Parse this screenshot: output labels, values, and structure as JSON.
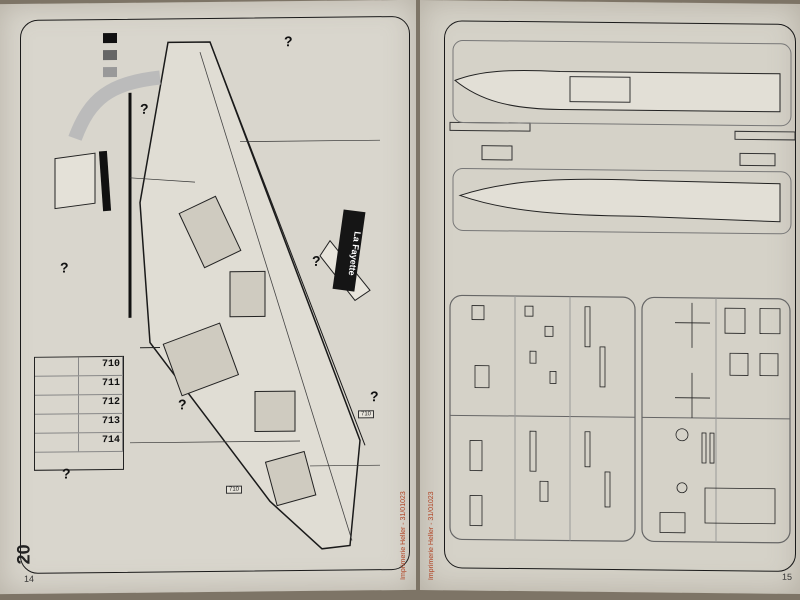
{
  "pages": {
    "left": {
      "page_number": "14"
    },
    "right": {
      "page_number": "15"
    }
  },
  "spine_print": {
    "left": "Imprimerie Heller - 31/01023",
    "right": "Imprimerie Heller - 31/01023"
  },
  "ship_name_plate": "La Fayette",
  "color_table": {
    "codes": [
      "710",
      "711",
      "712",
      "713",
      "714"
    ]
  },
  "callout_codes": [
    "710",
    "710"
  ],
  "question_mark": "?",
  "logo": "20",
  "colors": {
    "paper": "#d9d6cd",
    "ink": "#1a1a1a",
    "background": "#7d7466",
    "accent_print": "#b04020"
  }
}
